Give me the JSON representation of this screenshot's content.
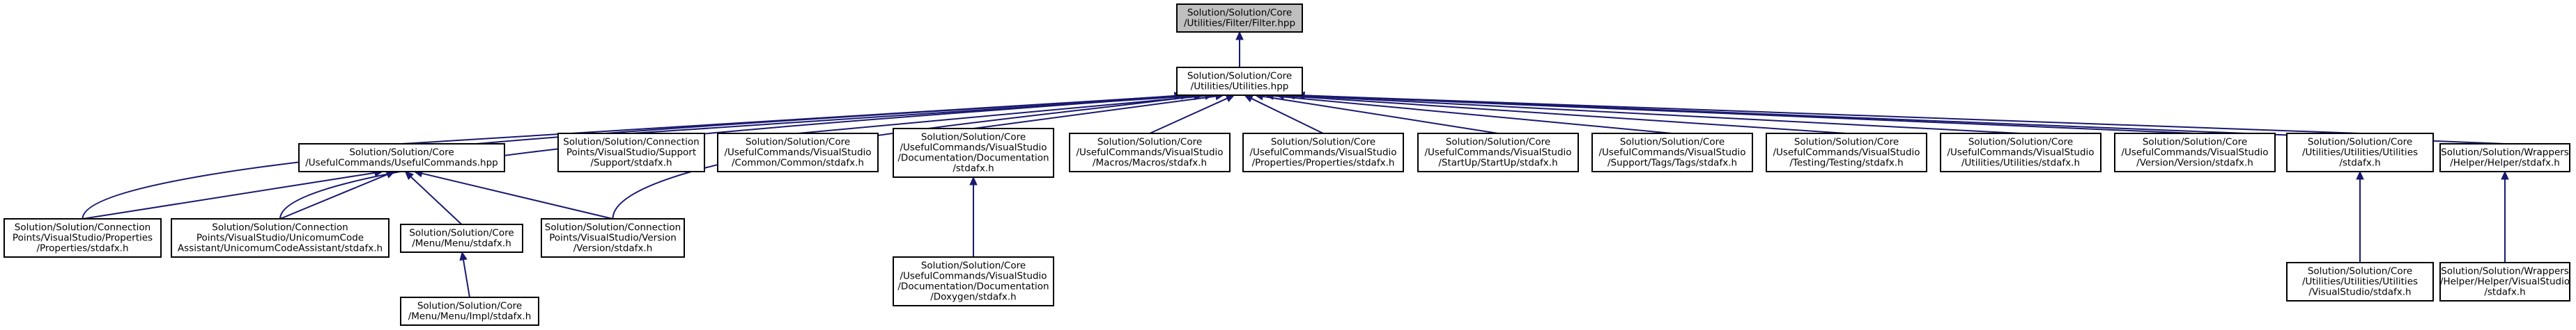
{
  "colors": {
    "edge": "#191970",
    "root_fill": "#bfbfbf",
    "node_fill": "#ffffff",
    "node_border": "#000000"
  },
  "nodes": [
    {
      "id": "filter",
      "lines": [
        "Solution/Solution/Core",
        "/Utilities/Filter/Filter.hpp"
      ],
      "root": true
    },
    {
      "id": "utilities",
      "lines": [
        "Solution/Solution/Core",
        "/Utilities/Utilities.hpp"
      ]
    },
    {
      "id": "usefulcommands",
      "lines": [
        "Solution/Solution/Core",
        "/UsefulCommands/UsefulCommands.hpp"
      ]
    },
    {
      "id": "cp_support",
      "lines": [
        "Solution/Solution/Connection",
        "Points/VisualStudio/Support",
        "/Support/stdafx.h"
      ]
    },
    {
      "id": "uc_common",
      "lines": [
        "Solution/Solution/Core",
        "/UsefulCommands/VisualStudio",
        "/Common/Common/stdafx.h"
      ]
    },
    {
      "id": "uc_documentation",
      "lines": [
        "Solution/Solution/Core",
        "/UsefulCommands/VisualStudio",
        "/Documentation/Documentation",
        "/stdafx.h"
      ]
    },
    {
      "id": "uc_macros",
      "lines": [
        "Solution/Solution/Core",
        "/UsefulCommands/VisualStudio",
        "/Macros/Macros/stdafx.h"
      ]
    },
    {
      "id": "uc_properties",
      "lines": [
        "Solution/Solution/Core",
        "/UsefulCommands/VisualStudio",
        "/Properties/Properties/stdafx.h"
      ]
    },
    {
      "id": "uc_startup",
      "lines": [
        "Solution/Solution/Core",
        "/UsefulCommands/VisualStudio",
        "/StartUp/StartUp/stdafx.h"
      ]
    },
    {
      "id": "uc_support_tags",
      "lines": [
        "Solution/Solution/Core",
        "/UsefulCommands/VisualStudio",
        "/Support/Tags/Tags/stdafx.h"
      ]
    },
    {
      "id": "uc_testing",
      "lines": [
        "Solution/Solution/Core",
        "/UsefulCommands/VisualStudio",
        "/Testing/Testing/stdafx.h"
      ]
    },
    {
      "id": "uc_utilities",
      "lines": [
        "Solution/Solution/Core",
        "/UsefulCommands/VisualStudio",
        "/Utilities/Utilities/stdafx.h"
      ]
    },
    {
      "id": "uc_version",
      "lines": [
        "Solution/Solution/Core",
        "/UsefulCommands/VisualStudio",
        "/Version/Version/stdafx.h"
      ]
    },
    {
      "id": "ut_stdafx",
      "lines": [
        "Solution/Solution/Core",
        "/Utilities/Utilities/Utilities",
        "/stdafx.h"
      ]
    },
    {
      "id": "wr_helper",
      "lines": [
        "Solution/Solution/Wrappers",
        "/Helper/Helper/stdafx.h"
      ]
    },
    {
      "id": "cp_properties",
      "lines": [
        "Solution/Solution/Connection",
        "Points/VisualStudio/Properties",
        "/Properties/stdafx.h"
      ]
    },
    {
      "id": "cp_unicomum",
      "lines": [
        "Solution/Solution/Connection",
        "Points/VisualStudio/UnicomumCode",
        "Assistant/UnicomumCodeAssistant/stdafx.h"
      ]
    },
    {
      "id": "menu",
      "lines": [
        "Solution/Solution/Core",
        "/Menu/Menu/stdafx.h"
      ]
    },
    {
      "id": "cp_version",
      "lines": [
        "Solution/Solution/Connection",
        "Points/VisualStudio/Version",
        "/Version/stdafx.h"
      ]
    },
    {
      "id": "uc_doxygen",
      "lines": [
        "Solution/Solution/Core",
        "/UsefulCommands/VisualStudio",
        "/Documentation/Documentation",
        "/Doxygen/stdafx.h"
      ]
    },
    {
      "id": "ut_vs_stdafx",
      "lines": [
        "Solution/Solution/Core",
        "/Utilities/Utilities/Utilities",
        "/VisualStudio/stdafx.h"
      ]
    },
    {
      "id": "wr_helper_vs",
      "lines": [
        "Solution/Solution/Wrappers",
        "/Helper/Helper/VisualStudio",
        "/stdafx.h"
      ]
    },
    {
      "id": "menu_impl",
      "lines": [
        "Solution/Solution/Core",
        "/Menu/Menu/Impl/stdafx.h"
      ]
    }
  ],
  "edges": [
    {
      "from": "utilities",
      "to": "filter"
    },
    {
      "from": "usefulcommands",
      "to": "utilities"
    },
    {
      "from": "cp_support",
      "to": "utilities"
    },
    {
      "from": "uc_common",
      "to": "utilities"
    },
    {
      "from": "uc_documentation",
      "to": "utilities"
    },
    {
      "from": "uc_macros",
      "to": "utilities"
    },
    {
      "from": "uc_properties",
      "to": "utilities"
    },
    {
      "from": "uc_startup",
      "to": "utilities"
    },
    {
      "from": "uc_support_tags",
      "to": "utilities"
    },
    {
      "from": "uc_testing",
      "to": "utilities"
    },
    {
      "from": "uc_utilities",
      "to": "utilities"
    },
    {
      "from": "uc_version",
      "to": "utilities"
    },
    {
      "from": "ut_stdafx",
      "to": "utilities"
    },
    {
      "from": "wr_helper",
      "to": "utilities"
    },
    {
      "from": "cp_properties",
      "to": "utilities"
    },
    {
      "from": "cp_unicomum",
      "to": "utilities"
    },
    {
      "from": "cp_version",
      "to": "utilities"
    },
    {
      "from": "cp_properties",
      "to": "usefulcommands"
    },
    {
      "from": "cp_unicomum",
      "to": "usefulcommands"
    },
    {
      "from": "menu",
      "to": "usefulcommands"
    },
    {
      "from": "cp_version",
      "to": "usefulcommands"
    },
    {
      "from": "menu_impl",
      "to": "menu"
    },
    {
      "from": "uc_doxygen",
      "to": "uc_documentation"
    },
    {
      "from": "ut_vs_stdafx",
      "to": "ut_stdafx"
    },
    {
      "from": "wr_helper_vs",
      "to": "wr_helper"
    }
  ]
}
